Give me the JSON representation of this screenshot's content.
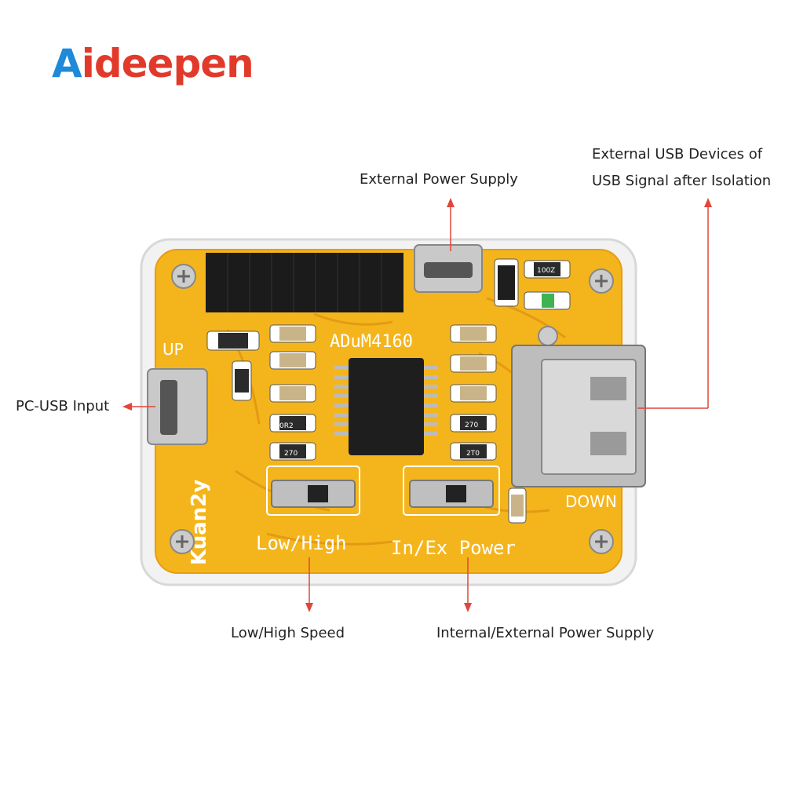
{
  "brand": {
    "first": "A",
    "rest": "ideepen"
  },
  "labels": {
    "external_power": "External Power Supply",
    "external_usb_line1": "External USB Devices of",
    "external_usb_line2": "USB Signal after Isolation",
    "pc_usb": "PC-USB Input",
    "low_high": "Low/High Speed",
    "internal_external": "Internal/External Power Supply"
  },
  "board": {
    "chip_name": "ADuM4160",
    "silk_up": "UP",
    "silk_down": "DOWN",
    "silk_lowhigh": "Low/High",
    "silk_inex": "In/Ex Power",
    "vendor": "Kuan2y",
    "res_left_1": "0R2",
    "res_left_2": "270",
    "res_right_1": "270",
    "res_right_2": "2T0",
    "res_top": "100Z"
  },
  "colors": {
    "board": "#f4b51c",
    "arrow": "#e2453a",
    "brand_blue": "#1f8ad8",
    "brand_red": "#e23a2a"
  }
}
